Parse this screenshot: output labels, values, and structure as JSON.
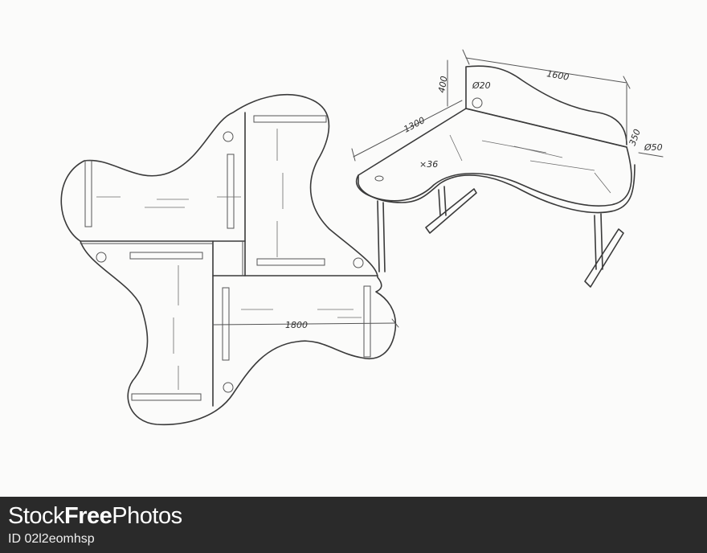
{
  "drawing": {
    "dimensions": {
      "width_top": "1600",
      "depth_left": "1300",
      "panel_height": "400",
      "hole": "Ø20",
      "return_width": "350",
      "leg_dia": "Ø50",
      "count": "×36",
      "span_layout": "1800"
    }
  },
  "watermark": {
    "brand_part1": "Stock",
    "brand_part2": "Free",
    "brand_part3": "Photos",
    "id_text": "ID 02l2eomhsp"
  }
}
